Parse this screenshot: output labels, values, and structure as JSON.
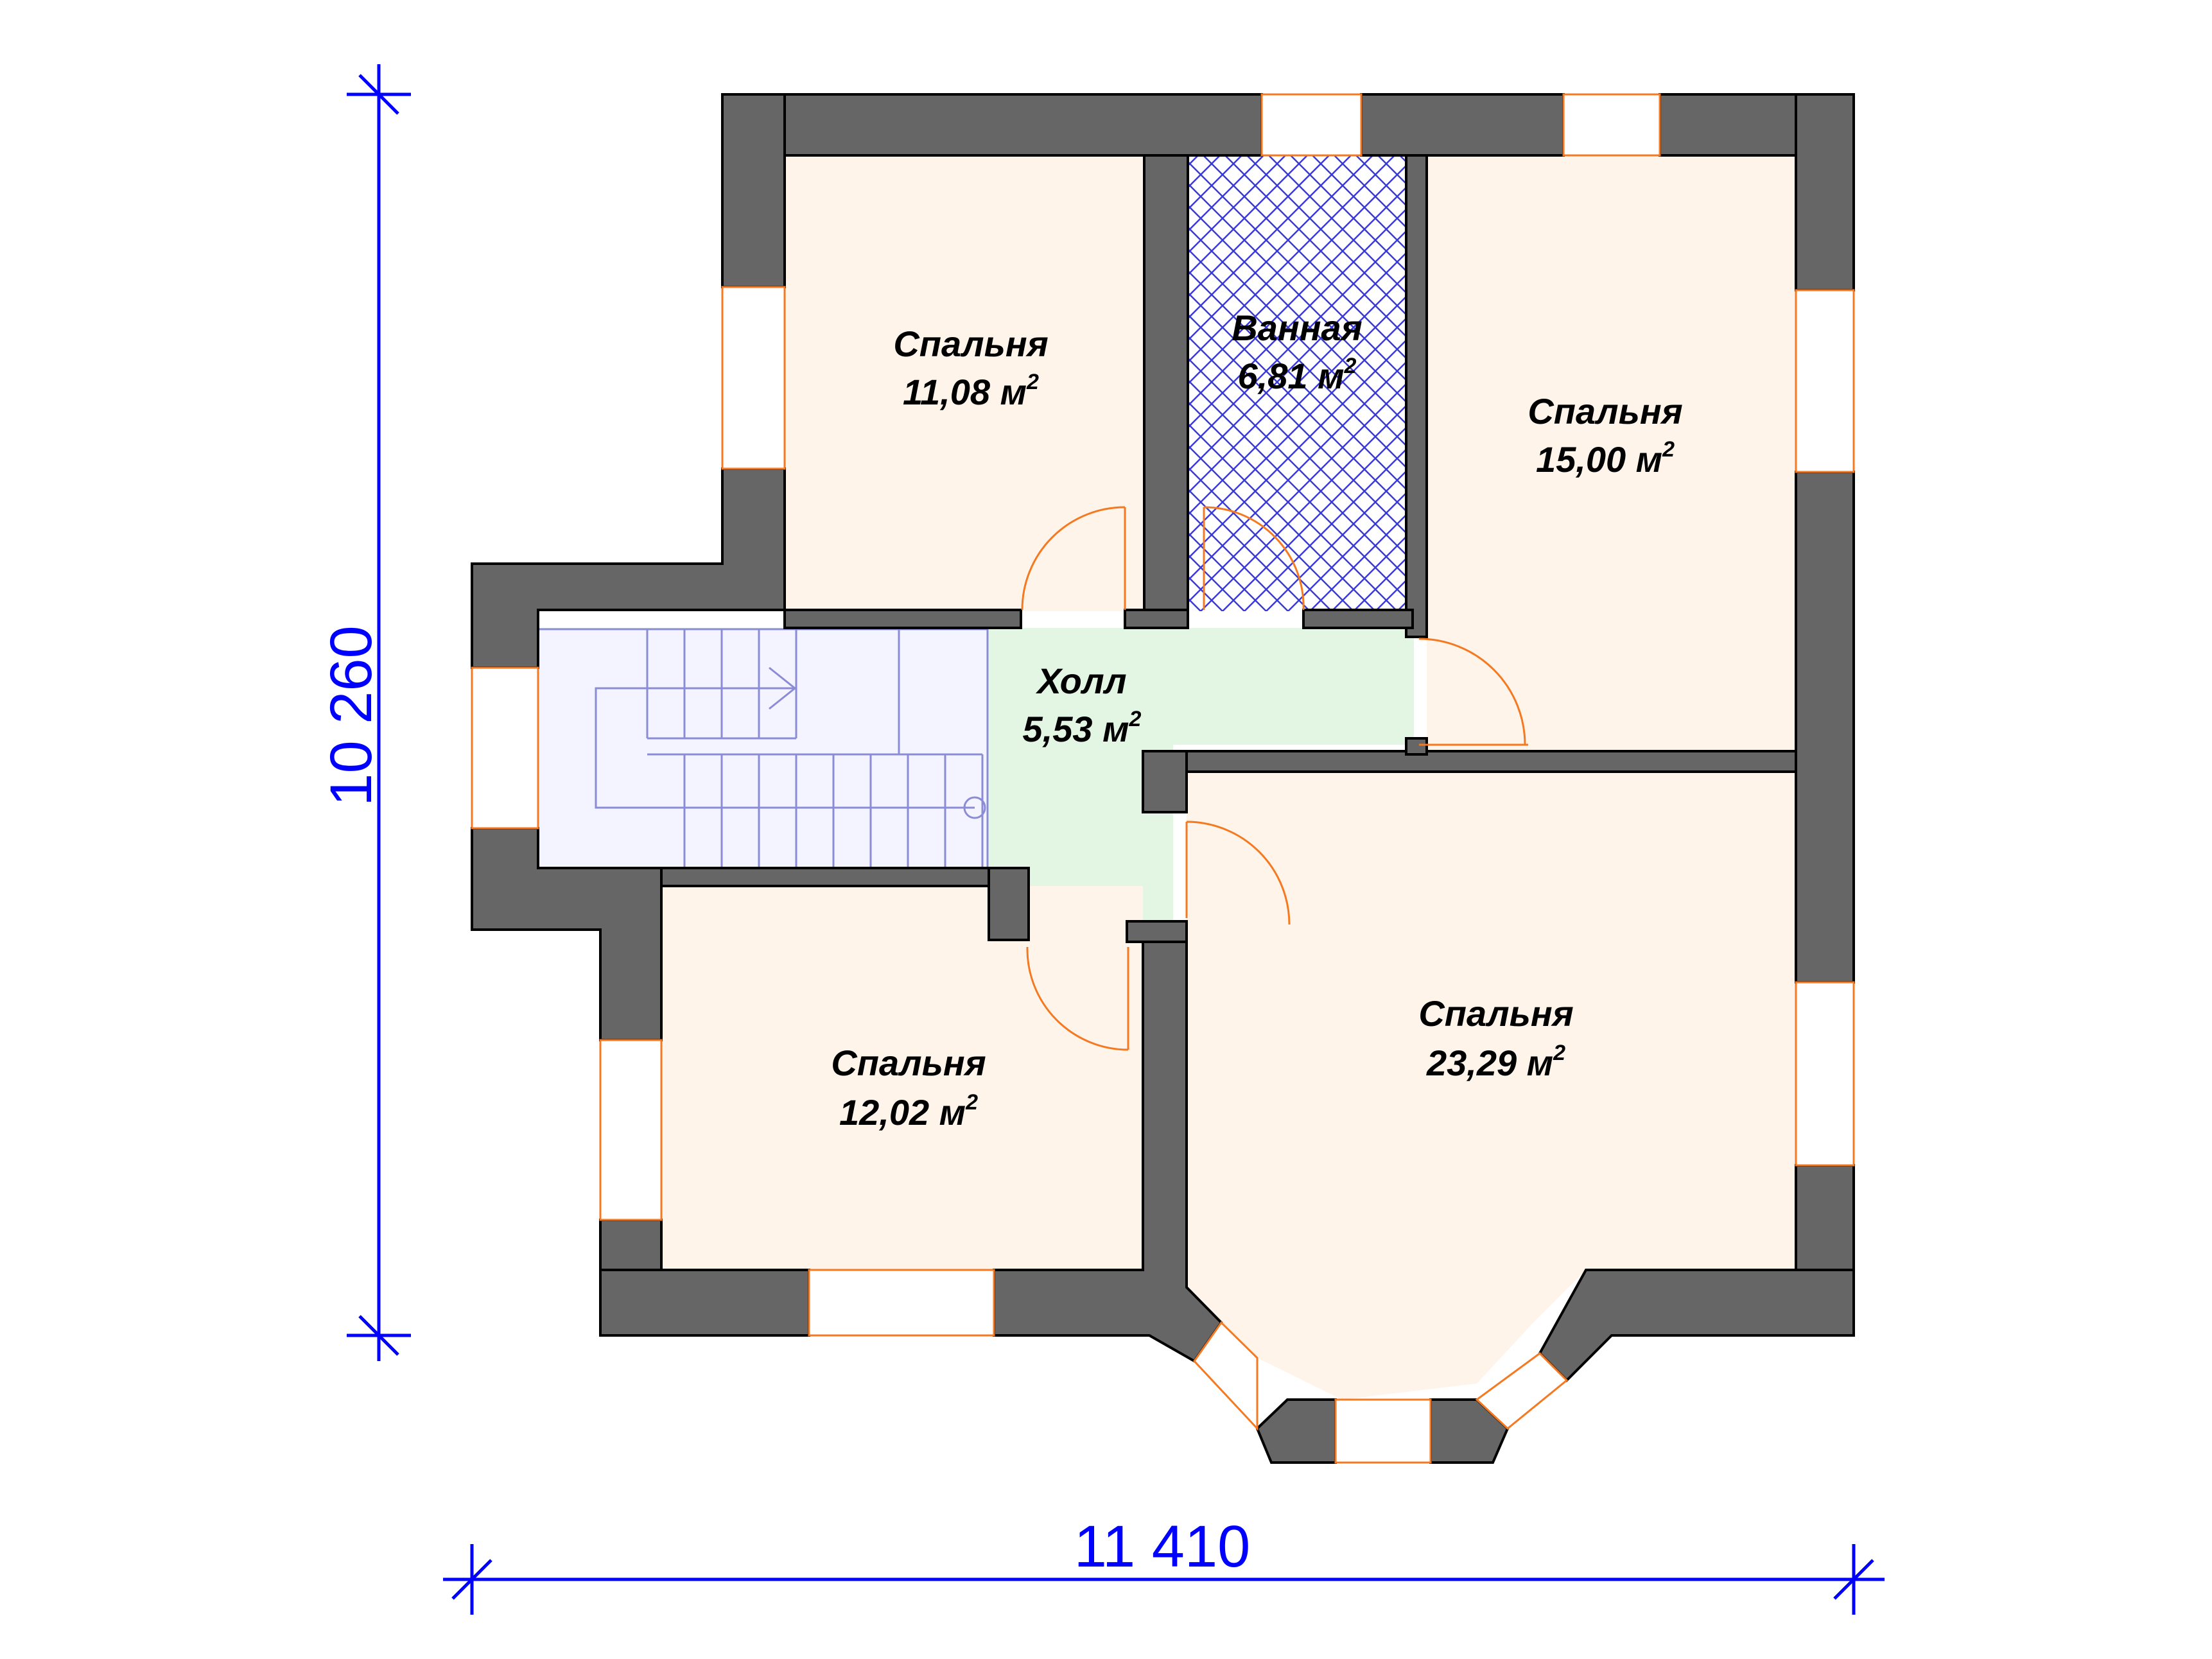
{
  "colors": {
    "wall": "#666666",
    "bedroom_fill": "#fff4ea",
    "hall_fill": "#e3f6e3",
    "bath_pattern": "#3a3ad8",
    "stairs_fill": "#f3f4ff",
    "window_frame": "#f47920",
    "dimension": "#0000ff"
  },
  "rooms": {
    "bedroom_1": {
      "name": "Спальня",
      "area": "11,08 м"
    },
    "bathroom": {
      "name": "Ванная",
      "area": "6,81 м"
    },
    "bedroom_2": {
      "name": "Спальня",
      "area": "15,00 м"
    },
    "hall": {
      "name": "Холл",
      "area": "5,53 м"
    },
    "bedroom_3": {
      "name": "Спальня",
      "area": "12,02 м"
    },
    "bedroom_4": {
      "name": "Спальня",
      "area": "23,29 м"
    }
  },
  "area_unit_superscript": "2",
  "dimensions": {
    "height": "10 260",
    "width": "11 410"
  }
}
